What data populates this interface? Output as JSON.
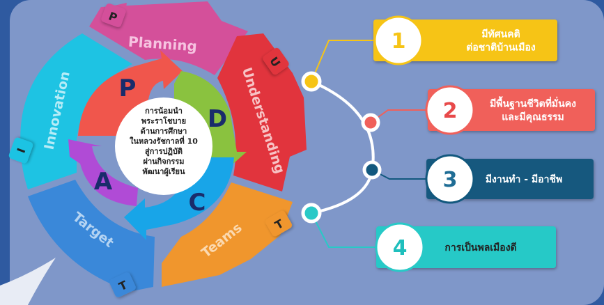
{
  "wheel": {
    "outer_labels": [
      "Planning",
      "Understanding",
      "Teams",
      "Target",
      "Innovation"
    ],
    "outer_letters": [
      "P",
      "U",
      "T",
      "T",
      "I"
    ],
    "inner_letters": [
      "P",
      "D",
      "C",
      "A"
    ],
    "center_text": [
      "การน้อมนำ",
      "พระราโชบาย",
      "ด้านการศึกษา",
      "ในหลวงรัชกาลที่ 10",
      "สู่การปฏิบัติ",
      "ผ่านกิจกรรม",
      "พัฒนาผู้เรียน"
    ]
  },
  "items": [
    {
      "number": "1",
      "lines": [
        "มีทัศนคติ",
        "ต่อชาติบ้านเมือง"
      ],
      "color": "#f6c416",
      "text_color": "#ffffff",
      "num_color": "#f6c416"
    },
    {
      "number": "2",
      "lines": [
        "มีพื้นฐานชีวิตที่มั่นคง",
        "และมีคุณธรรม"
      ],
      "color": "#f0605a",
      "text_color": "#ffffff",
      "num_color": "#e8494a"
    },
    {
      "number": "3",
      "lines": [
        "มีงานทำ - มีอาชีพ"
      ],
      "color": "#12587e",
      "text_color": "#ffffff",
      "num_color": "#1f6d95"
    },
    {
      "number": "4",
      "lines": [
        "การเป็นพลเมืองดี"
      ],
      "color": "#28c9c7",
      "text_color": "#222222",
      "num_color": "#1fbfbd"
    }
  ],
  "colors": {
    "background": "#7f97c9",
    "frame": "#2f5aa0",
    "planning": "#d4509a",
    "understanding": "#e1343d",
    "teams": "#f0962d",
    "target": "#3a88d9",
    "innovation": "#1ec3e3",
    "inner_p": "#f0564c",
    "inner_d": "#8ac23f",
    "inner_c": "#18a5e8",
    "inner_a": "#b04bd6"
  }
}
